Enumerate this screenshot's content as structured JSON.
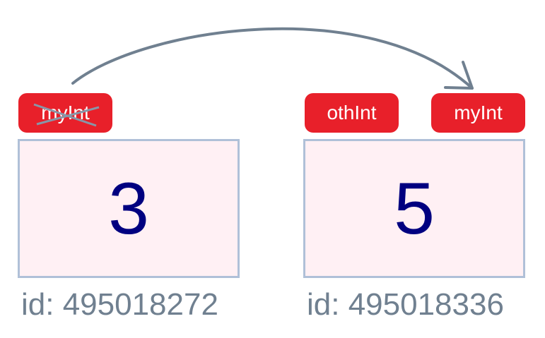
{
  "colors": {
    "tag_fill": "#e8202a",
    "tag_text": "#ffffff",
    "box_fill": "#fff0f4",
    "box_border": "#b0c0d8",
    "value_text": "#000080",
    "id_text": "#708090",
    "arrow": "#708090",
    "strike": "#8896a8"
  },
  "left": {
    "old_tag": "myInt",
    "value": "3",
    "id_label": "id: 495018272"
  },
  "right": {
    "tag_a": "othInt",
    "tag_b": "myInt",
    "value": "5",
    "id_label": "id: 495018336"
  }
}
